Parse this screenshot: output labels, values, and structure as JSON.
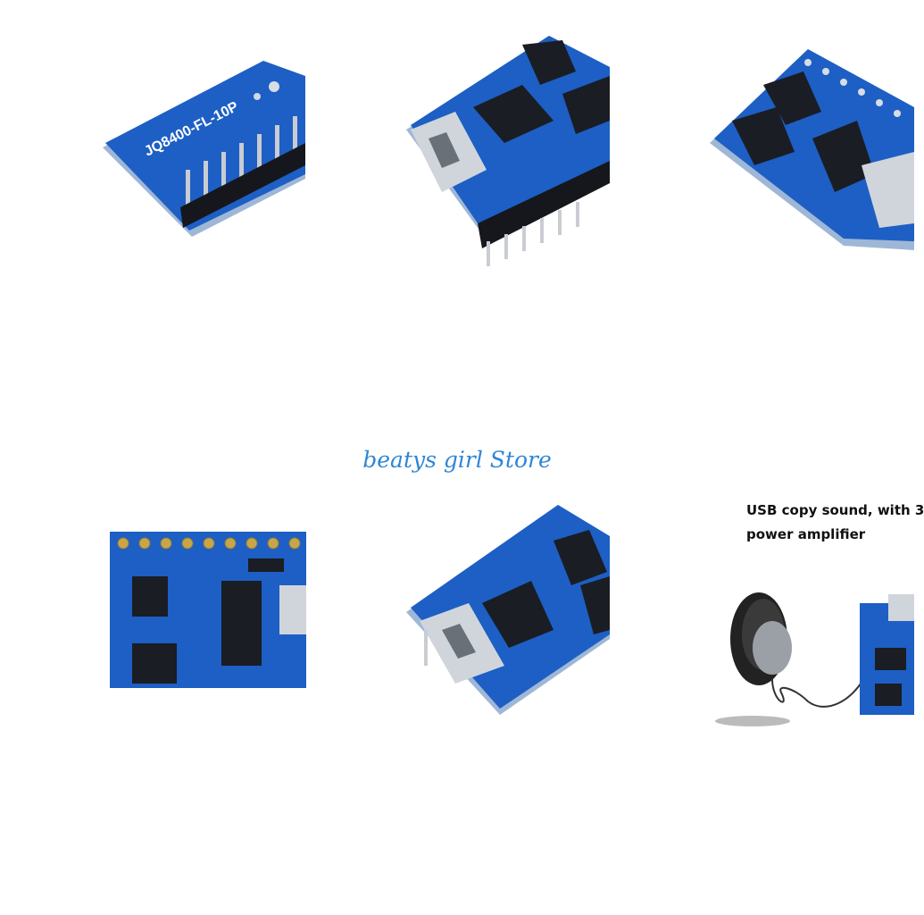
{
  "board_label": "JQ8400-FL-10P",
  "store_name": "beatys girl Store",
  "caption": {
    "line1": "USB copy sound, with 3",
    "line2": "power amplifier"
  },
  "colors": {
    "pcb_blue": "#1d5fc4",
    "pcb_edge": "#9fb7d6",
    "chip_black": "#1a1d24",
    "store_blue": "#2f86d6"
  }
}
